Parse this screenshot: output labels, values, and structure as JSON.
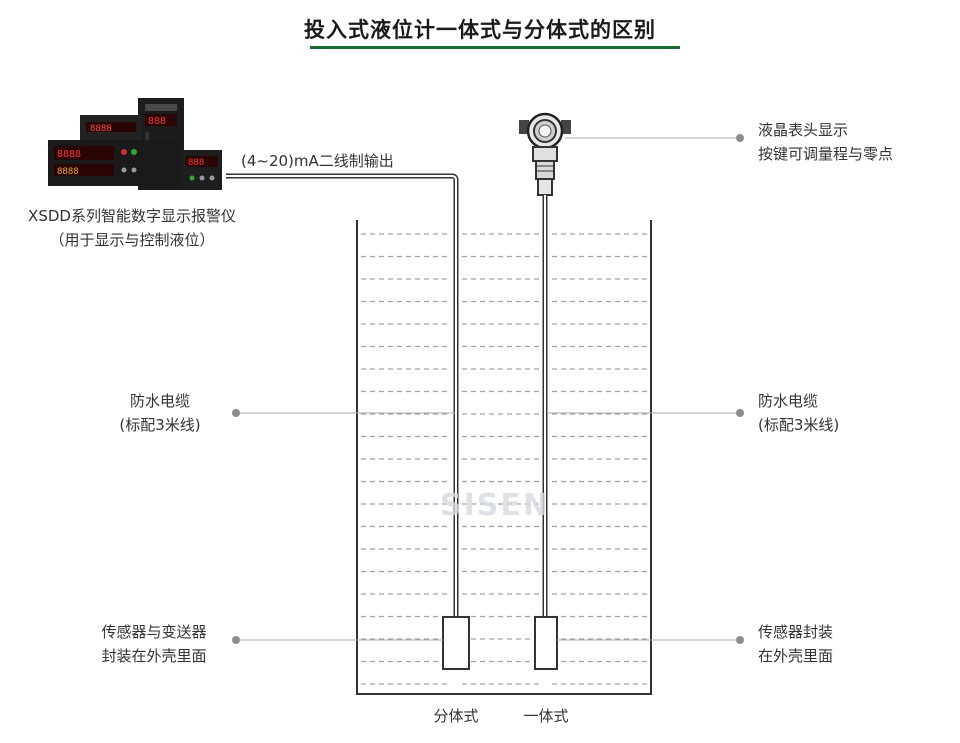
{
  "title": "投入式液位计一体式与分体式的区别",
  "colors": {
    "accent_underline": "#1d6b34",
    "line": "#333333",
    "leader": "#aaaaaa",
    "dot": "#8c8c8c",
    "water_dash": "#9aa3ad"
  },
  "labels": {
    "output_signal": "(4~20)mA二线制输出",
    "instrument_line1": "XSDD系列智能数字显示报警仪",
    "instrument_line2": "（用于显示与控制液位）",
    "lcd_line1": "液晶表头显示",
    "lcd_line2": "按键可调量程与零点",
    "cable_left_line1": "防水电缆",
    "cable_left_line2": "(标配3米线)",
    "cable_right_line1": "防水电缆",
    "cable_right_line2": "(标配3米线)",
    "sensor_left_line1": "传感器与变送器",
    "sensor_left_line2": "封装在外壳里面",
    "sensor_right_line1": "传感器封装",
    "sensor_right_line2": "在外壳里面",
    "type_split": "分体式",
    "type_integrated": "一体式"
  },
  "watermark": "SISEN",
  "icons": {
    "instrument": "digital-display-alarm-instrument-icon",
    "transmitter_head": "lcd-transmitter-head-icon"
  }
}
